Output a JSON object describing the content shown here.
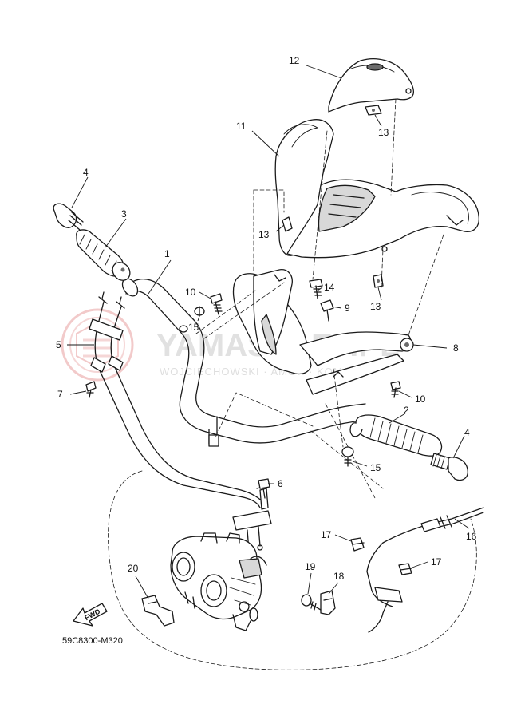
{
  "diagram": {
    "drawing_code": "59C8300-M320",
    "direction_label": "FWD",
    "watermark": {
      "brand": "YAMASKLEP.PL",
      "subtitle": "WOJCIECHOWSKI · AMGR · KOMA"
    },
    "callouts": [
      {
        "id": "c1",
        "text": "1"
      },
      {
        "id": "c2",
        "text": "2"
      },
      {
        "id": "c3",
        "text": "3"
      },
      {
        "id": "c4a",
        "text": "4"
      },
      {
        "id": "c4b",
        "text": "4"
      },
      {
        "id": "c5",
        "text": "5"
      },
      {
        "id": "c6",
        "text": "6"
      },
      {
        "id": "c7",
        "text": "7"
      },
      {
        "id": "c8",
        "text": "8"
      },
      {
        "id": "c9",
        "text": "9"
      },
      {
        "id": "c10a",
        "text": "10"
      },
      {
        "id": "c10b",
        "text": "10"
      },
      {
        "id": "c11",
        "text": "11"
      },
      {
        "id": "c12",
        "text": "12"
      },
      {
        "id": "c13a",
        "text": "13"
      },
      {
        "id": "c13b",
        "text": "13"
      },
      {
        "id": "c13c",
        "text": "13"
      },
      {
        "id": "c14",
        "text": "14"
      },
      {
        "id": "c15a",
        "text": "15"
      },
      {
        "id": "c15b",
        "text": "15"
      },
      {
        "id": "c16",
        "text": "16"
      },
      {
        "id": "c17a",
        "text": "17"
      },
      {
        "id": "c17b",
        "text": "17"
      },
      {
        "id": "c18",
        "text": "18"
      },
      {
        "id": "c19",
        "text": "19"
      },
      {
        "id": "c20",
        "text": "20"
      }
    ]
  }
}
